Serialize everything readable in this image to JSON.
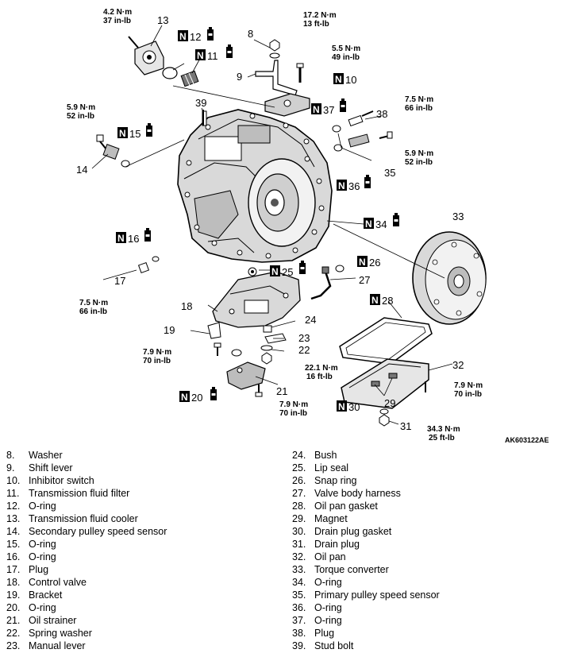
{
  "callouts": [
    {
      "id": "c8",
      "text": "8"
    },
    {
      "id": "c9",
      "text": "9"
    },
    {
      "id": "c10",
      "text": "10"
    },
    {
      "id": "c11",
      "text": "11"
    },
    {
      "id": "c12",
      "text": "12"
    },
    {
      "id": "c13",
      "text": "13"
    },
    {
      "id": "c14",
      "text": "14"
    },
    {
      "id": "c15",
      "text": "15"
    },
    {
      "id": "c16",
      "text": "16"
    },
    {
      "id": "c17",
      "text": "17"
    },
    {
      "id": "c18",
      "text": "18"
    },
    {
      "id": "c19",
      "text": "19"
    },
    {
      "id": "c20",
      "text": "20"
    },
    {
      "id": "c21",
      "text": "21"
    },
    {
      "id": "c22",
      "text": "22"
    },
    {
      "id": "c23",
      "text": "23"
    },
    {
      "id": "c24",
      "text": "24"
    },
    {
      "id": "c25",
      "text": "25"
    },
    {
      "id": "c26",
      "text": "26"
    },
    {
      "id": "c27",
      "text": "27"
    },
    {
      "id": "c28",
      "text": "28"
    },
    {
      "id": "c29",
      "text": "29"
    },
    {
      "id": "c30",
      "text": "30"
    },
    {
      "id": "c31",
      "text": "31"
    },
    {
      "id": "c32",
      "text": "32"
    },
    {
      "id": "c33",
      "text": "33"
    },
    {
      "id": "c34",
      "text": "34"
    },
    {
      "id": "c35",
      "text": "35"
    },
    {
      "id": "c36",
      "text": "36"
    },
    {
      "id": "c37",
      "text": "37"
    },
    {
      "id": "c38",
      "text": "38"
    },
    {
      "id": "c39",
      "text": "39"
    }
  ],
  "badge_letter": "N",
  "torques": [
    {
      "id": "t1",
      "nm": "4.2 N·m",
      "imp": "37 in-lb"
    },
    {
      "id": "t2",
      "nm": "17.2 N·m",
      "imp": "13 ft-lb"
    },
    {
      "id": "t3",
      "nm": "5.5 N·m",
      "imp": "49 in-lb"
    },
    {
      "id": "t4",
      "nm": "7.5 N·m",
      "imp": "66 in-lb"
    },
    {
      "id": "t5",
      "nm": "5.9 N·m",
      "imp": "52 in-lb"
    },
    {
      "id": "t6",
      "nm": "5.9 N·m",
      "imp": "52 in-lb"
    },
    {
      "id": "t7",
      "nm": "7.5 N·m",
      "imp": "66 in-lb"
    },
    {
      "id": "t8",
      "nm": "7.9 N·m",
      "imp": "70 in-lb"
    },
    {
      "id": "t9",
      "nm": "22.1 N·m",
      "imp": "16 ft-lb"
    },
    {
      "id": "t10",
      "nm": "7.9 N·m",
      "imp": "70 in-lb"
    },
    {
      "id": "t11",
      "nm": "7.9 N·m",
      "imp": "70 in-lb"
    },
    {
      "id": "t12",
      "nm": "34.3 N·m",
      "imp": "25 ft-lb"
    }
  ],
  "figure_code": "AK603122AE",
  "legend_left": [
    {
      "n": "8.",
      "label": "Washer"
    },
    {
      "n": "9.",
      "label": "Shift lever"
    },
    {
      "n": "10.",
      "label": "Inhibitor switch"
    },
    {
      "n": "11.",
      "label": "Transmission fluid filter"
    },
    {
      "n": "12.",
      "label": "O-ring"
    },
    {
      "n": "13.",
      "label": "Transmission fluid cooler"
    },
    {
      "n": "14.",
      "label": "Secondary pulley speed sensor"
    },
    {
      "n": "15.",
      "label": "O-ring"
    },
    {
      "n": "16.",
      "label": "O-ring"
    },
    {
      "n": "17.",
      "label": "Plug"
    },
    {
      "n": "18.",
      "label": "Control valve"
    },
    {
      "n": "19.",
      "label": "Bracket"
    },
    {
      "n": "20.",
      "label": "O-ring"
    },
    {
      "n": "21.",
      "label": "Oil strainer"
    },
    {
      "n": "22.",
      "label": "Spring washer"
    },
    {
      "n": "23.",
      "label": "Manual lever"
    }
  ],
  "legend_right": [
    {
      "n": "24.",
      "label": "Bush"
    },
    {
      "n": "25.",
      "label": "Lip seal"
    },
    {
      "n": "26.",
      "label": "Snap ring"
    },
    {
      "n": "27.",
      "label": "Valve body harness"
    },
    {
      "n": "28.",
      "label": "Oil pan gasket"
    },
    {
      "n": "29.",
      "label": "Magnet"
    },
    {
      "n": "30.",
      "label": "Drain plug gasket"
    },
    {
      "n": "31.",
      "label": "Drain plug"
    },
    {
      "n": "32.",
      "label": "Oil pan"
    },
    {
      "n": "33.",
      "label": "Torque converter"
    },
    {
      "n": "34.",
      "label": "O-ring"
    },
    {
      "n": "35.",
      "label": "Primary pulley speed sensor"
    },
    {
      "n": "36.",
      "label": "O-ring"
    },
    {
      "n": "37.",
      "label": "O-ring"
    },
    {
      "n": "38.",
      "label": "Plug"
    },
    {
      "n": "39.",
      "label": "Stud bolt"
    }
  ]
}
